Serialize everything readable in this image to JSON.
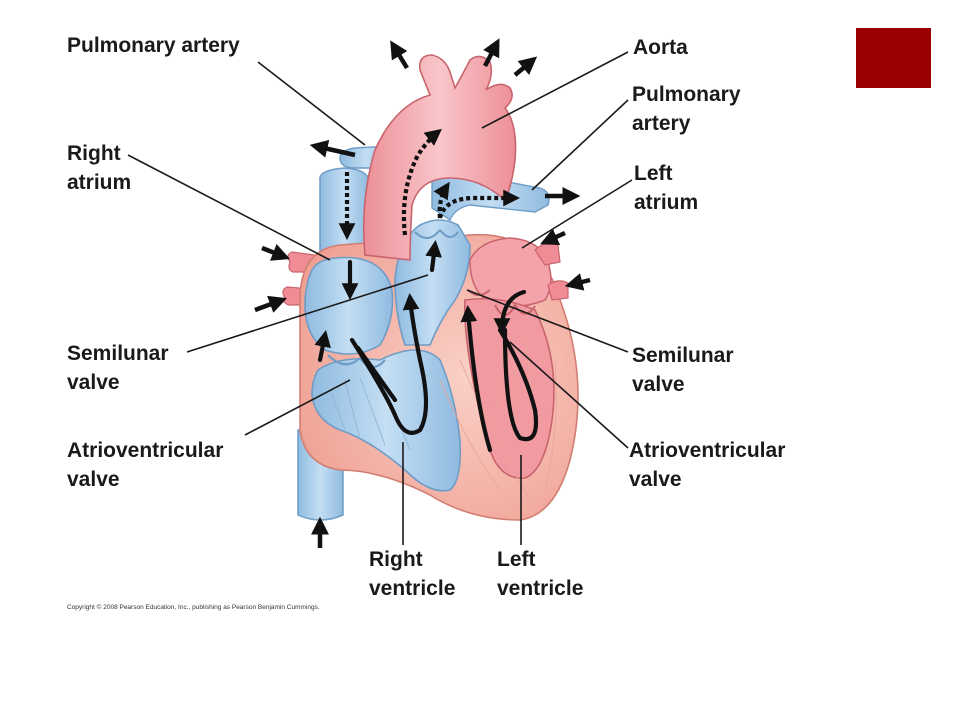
{
  "diagram": {
    "labels": {
      "pulmonary_artery_left": "Pulmonary artery",
      "right_atrium": [
        "Right",
        "atrium"
      ],
      "semilunar_left": [
        "Semilunar",
        "valve"
      ],
      "av_left": [
        "Atrioventricular",
        "valve"
      ],
      "right_ventricle": [
        "Right",
        "ventricle"
      ],
      "left_ventricle": [
        "Left",
        "ventricle"
      ],
      "aorta": "Aorta",
      "pulmonary_artery_right": [
        "Pulmonary",
        "artery"
      ],
      "left_atrium": [
        "Left",
        "atrium"
      ],
      "semilunar_right": [
        "Semilunar",
        "valve"
      ],
      "av_right": [
        "Atrioventricular",
        "valve"
      ]
    },
    "copyright": "Copyright © 2008 Pearson Education, Inc., publishing as Pearson Benjamin Cummings."
  },
  "colors": {
    "accent_square": "#9b0000",
    "oxygenated": "#f3a8ad",
    "deoxygenated": "#a9cdea",
    "myocardium": "#f6b8aa"
  }
}
